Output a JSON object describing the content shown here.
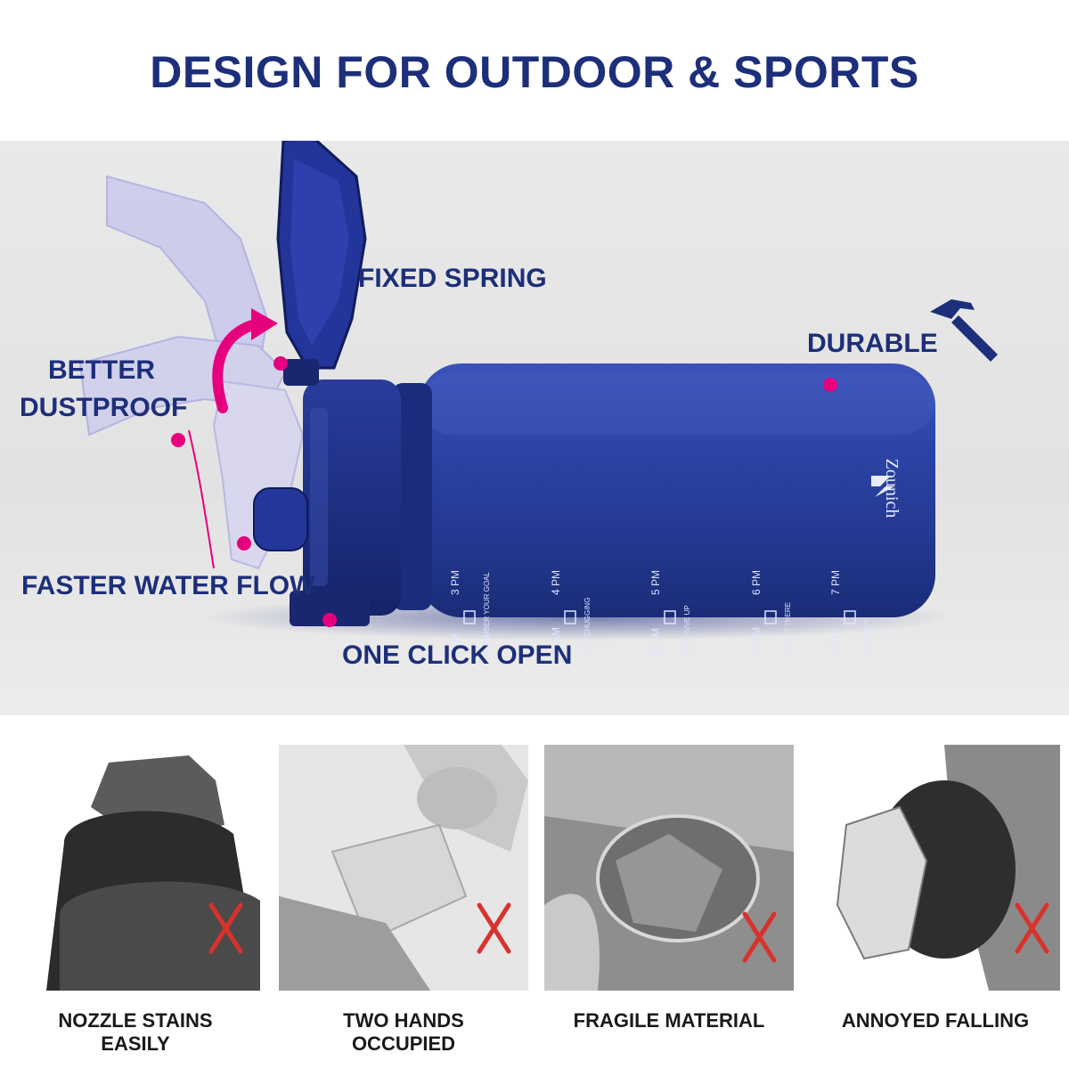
{
  "headline": "DESIGN FOR OUTDOOR & SPORTS",
  "brand": "Zounich",
  "colors": {
    "navy": "#1d2f7a",
    "magenta": "#e6007e",
    "bottle": "#2a3fa0",
    "cross": "#d9322b"
  },
  "callouts": {
    "fixed_spring": "FIXED SPRING",
    "durable": "DURABLE",
    "better": "BETTER",
    "dustproof": "DUSTPROOF",
    "faster_water_flow": "FASTER WATER FLOW",
    "one_click_open": "ONE CLICK OPEN"
  },
  "icons": {
    "durable": "hammer-icon",
    "drawback": "red-x-icon"
  },
  "bottle_markings": [
    {
      "time": "9 AM",
      "next": "3 PM",
      "motto": "REMEMBER YOUR GOAL"
    },
    {
      "time": "10 AM",
      "next": "4 PM",
      "motto": "KEEP CHUGGING"
    },
    {
      "time": "11 AM",
      "next": "5 PM",
      "motto": "DON'T GIVE UP"
    },
    {
      "time": "12 AM",
      "next": "6 PM",
      "motto": "ALMOST THERE"
    },
    {
      "time": "1PM",
      "next": "7 PM",
      "motto": "YOU DID IT"
    }
  ],
  "drawbacks": [
    {
      "line1": "NOZZLE STAINS",
      "line2": "EASILY"
    },
    {
      "line1": "TWO HANDS",
      "line2": "OCCUPIED"
    },
    {
      "line1": "FRAGILE MATERIAL",
      "line2": ""
    },
    {
      "line1": "ANNOYED FALLING",
      "line2": ""
    }
  ]
}
